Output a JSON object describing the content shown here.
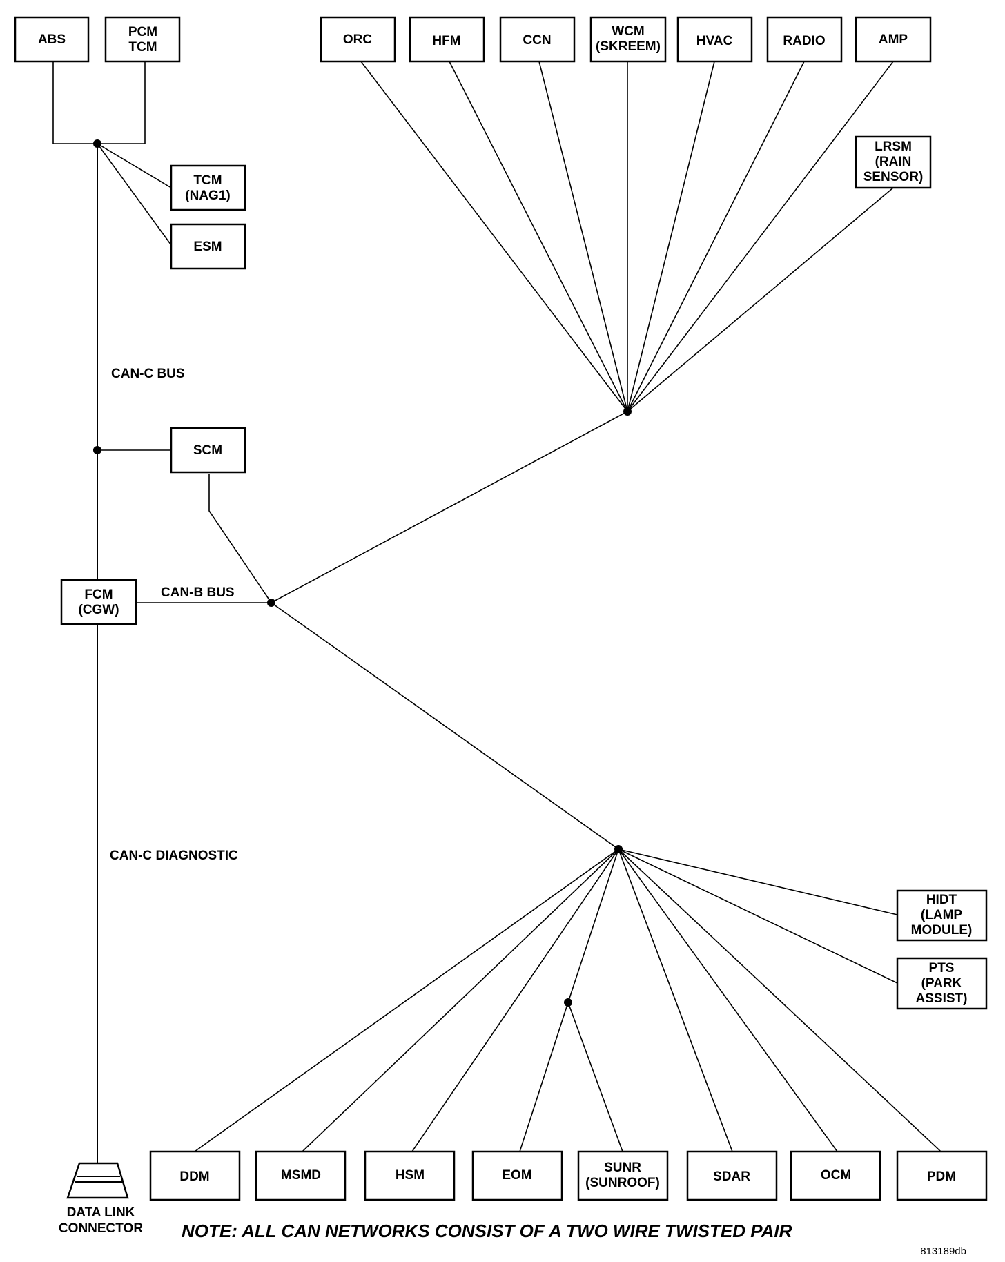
{
  "modules": {
    "abs": "ABS",
    "pcm_tcm": [
      "PCM",
      "TCM"
    ],
    "tcm_nag1": [
      "TCM",
      "(NAG1)"
    ],
    "esm": "ESM",
    "scm": "SCM",
    "fcm": [
      "FCM",
      "(CGW)"
    ],
    "orc": "ORC",
    "hfm": "HFM",
    "ccn": "CCN",
    "wcm": [
      "WCM",
      "(SKREEM)"
    ],
    "hvac": "HVAC",
    "radio": "RADIO",
    "amp": "AMP",
    "lrsm": [
      "LRSM",
      "(RAIN",
      "SENSOR)"
    ],
    "hidt": [
      "HIDT",
      "(LAMP",
      "MODULE)"
    ],
    "pts": [
      "PTS",
      "(PARK",
      "ASSIST)"
    ],
    "ddm": "DDM",
    "msmd": "MSMD",
    "hsm": "HSM",
    "eom": "EOM",
    "sunr": [
      "SUNR",
      "(SUNROOF)"
    ],
    "sdar": "SDAR",
    "ocm": "OCM",
    "pdm": "PDM"
  },
  "labels": {
    "can_c_bus": "CAN-C BUS",
    "can_b_bus": "CAN-B BUS",
    "can_c_diagnostic": "CAN-C DIAGNOSTIC",
    "data_link_connector": [
      "DATA LINK",
      "CONNECTOR"
    ]
  },
  "note": "NOTE: ALL CAN NETWORKS CONSIST OF A TWO WIRE TWISTED PAIR",
  "figure_id": "813189db"
}
